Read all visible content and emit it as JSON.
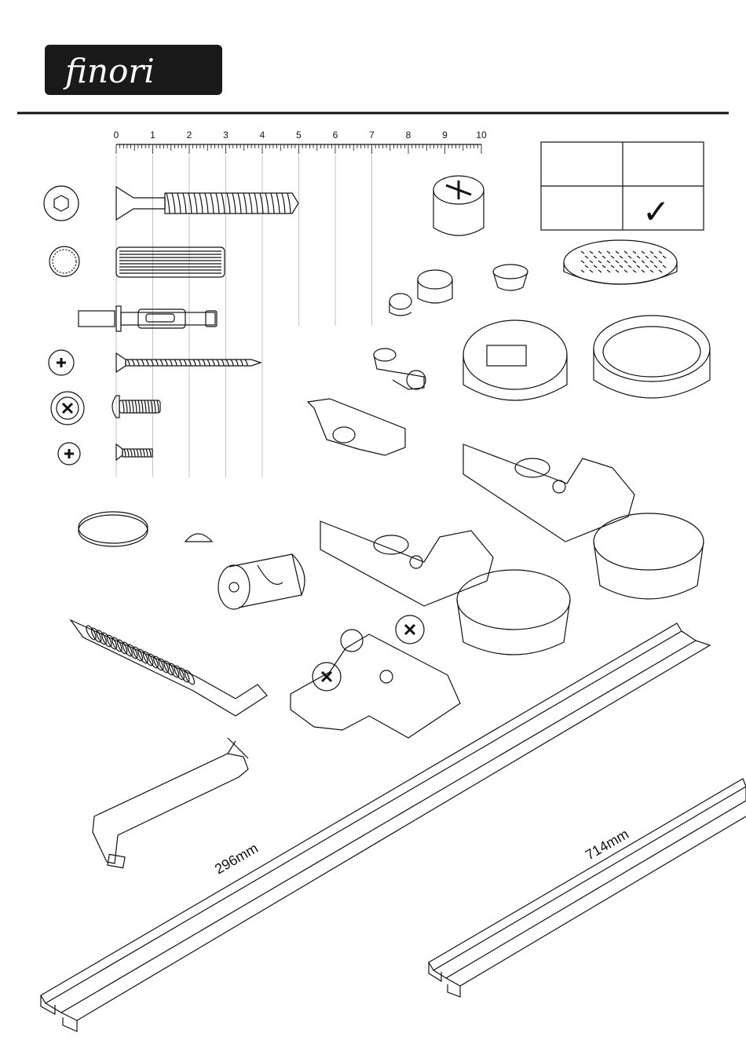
{
  "header": {
    "logo_text": "finori"
  },
  "ruler": {
    "ticks": [
      "0",
      "1",
      "2",
      "3",
      "4",
      "5",
      "6",
      "7",
      "8",
      "9",
      "10"
    ]
  },
  "checklist": {
    "check_mark": "✓"
  },
  "rails": {
    "short_length": "296mm",
    "long_length": "714mm"
  },
  "colors": {
    "ink": "#111111",
    "paper": "#ffffff",
    "logo_bg": "#1a1a1a"
  }
}
